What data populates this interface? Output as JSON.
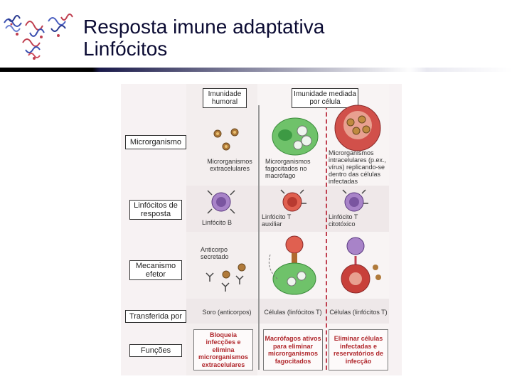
{
  "slide": {
    "title_line1": "Resposta imune adaptativa",
    "title_line2": "Linfócitos"
  },
  "figure": {
    "columns": {
      "humoral": "Imunidade humoral",
      "cellular": "Imunidade mediada por célula"
    },
    "rows": {
      "microrganismo": "Microrganismo",
      "linfocitos": "Linfócitos de resposta",
      "mecanismo": "Mecanismo efetor",
      "transferida": "Transferida por",
      "funcoes": "Funções"
    },
    "captions": {
      "micro_extra": "Microrganismos extracelulares",
      "micro_fago": "Microrganismos fagocitados no macrófago",
      "micro_intra": "Microrganismos intracelulares (p.ex., vírus) replicando-se dentro das células infectadas",
      "linf_b": "Linfócito B",
      "linf_t_aux": "Linfócito T auxiliar",
      "linf_t_cit": "Linfócito T citotóxico",
      "anticorpo": "Anticorpo secretado",
      "soro": "Soro (anticorpos)",
      "celulas_t1": "Células (linfócitos T)",
      "celulas_t2": "Células (linfócitos T)"
    },
    "funcoes": {
      "f1": "Bloqueia infecções e elimina microrganismos extracelulares",
      "f2": "Macrófagos ativos para eliminar microrganismos fagocitados",
      "f3": "Eliminar células infectadas e reservatórios de infecção"
    }
  }
}
